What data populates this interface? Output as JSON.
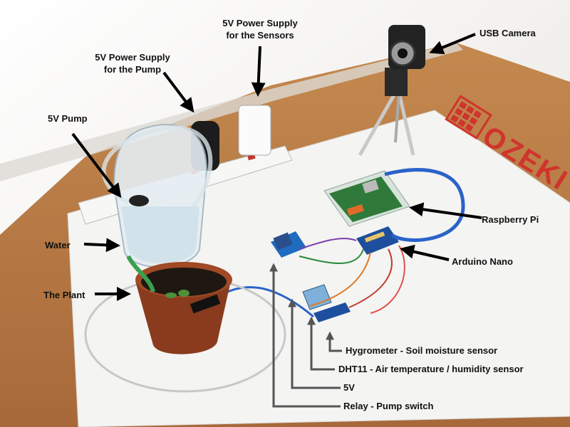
{
  "labels": {
    "power_sensors_line1": "5V Power Supply",
    "power_sensors_line2": "for the Sensors",
    "usb_camera": "USB Camera",
    "power_pump_line1": "5V Power Supply",
    "power_pump_line2": "for the Pump",
    "pump": "5V Pump",
    "water": "Water",
    "plant": "The Plant",
    "raspberry_pi": "Raspberry Pi",
    "arduino_nano": "Arduino Nano",
    "hygrometer": "Hygrometer - Soil moisture sensor",
    "dht11": "DHT11 - Air temperature / humidity sensor",
    "five_v": "5V",
    "relay": "Relay - Pump switch"
  },
  "brand": {
    "logo_text": "OZEKI",
    "logo_color": "#d0342c"
  },
  "colors": {
    "wall": "#ffffff",
    "table": "#b4773f",
    "board": "#f4f4f2",
    "pot": "#8a3b1e",
    "soil": "#1f1812",
    "leaf": "#4f8f3a",
    "pcb_green": "#2f7a3a",
    "arduino_blue": "#1d4f9e",
    "cable_blue": "#2a63c8",
    "arrow": "#000000",
    "bracket": "#555555"
  }
}
